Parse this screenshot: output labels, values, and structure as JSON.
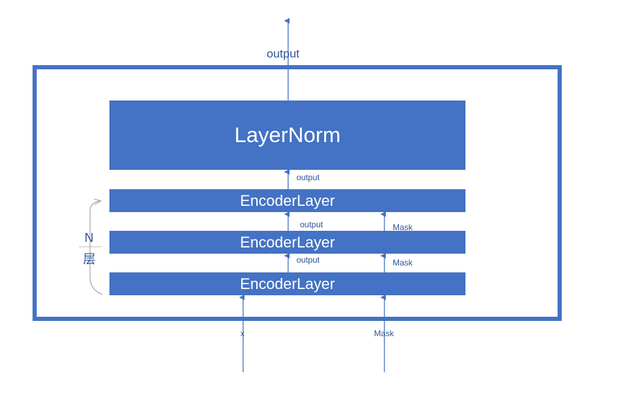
{
  "top_output_label": "output",
  "layernorm": {
    "label": "LayerNorm"
  },
  "encoder_layers": [
    {
      "label": "EncoderLayer"
    },
    {
      "label": "EncoderLayer"
    },
    {
      "label": "EncoderLayer"
    }
  ],
  "connections": {
    "output_to_layernorm": "output",
    "output_mid_upper": "output",
    "output_mid_lower": "output",
    "mask_upper": "Mask",
    "mask_lower": "Mask"
  },
  "inputs": {
    "x": "x",
    "mask": "Mask"
  },
  "repeat_label": {
    "line1": "N",
    "line2": "层"
  },
  "colors": {
    "block": "#4472C4",
    "text": "#2F5597",
    "arrow": "#4472C4",
    "bracket": "#A6A6A6"
  }
}
